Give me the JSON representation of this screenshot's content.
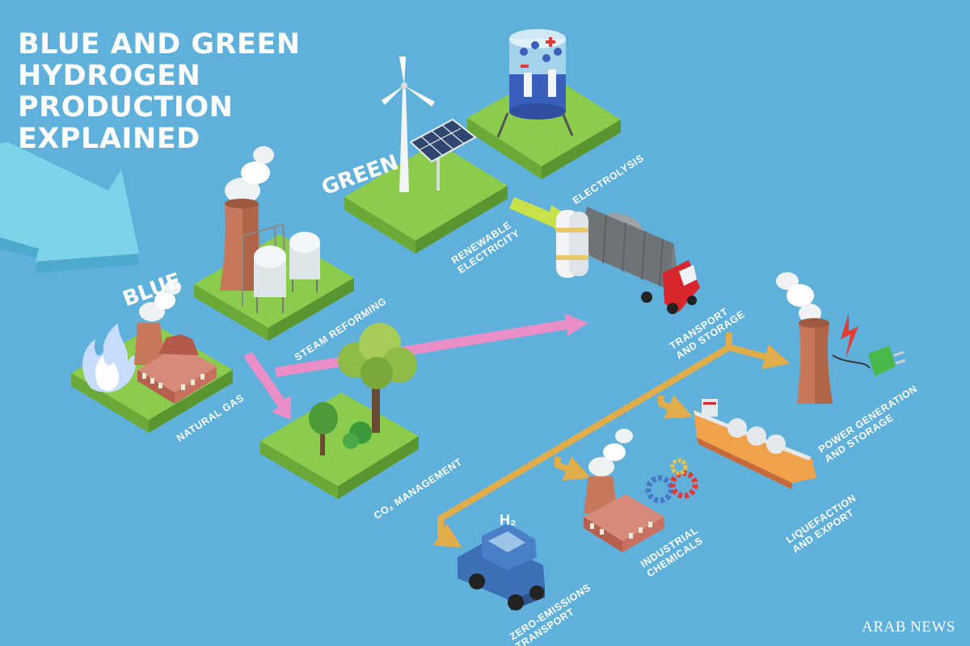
{
  "title_lines": [
    "BLUE AND GREEN",
    "HYDROGEN",
    "PRODUCTION",
    "EXPLAINED"
  ],
  "sections": {
    "blue": "BLUE",
    "green": "GREEN"
  },
  "steps": {
    "natural_gas": [
      "NATURAL GAS"
    ],
    "steam_reforming": [
      "STEAM REFORMING"
    ],
    "co2_management": [
      "CO₂ MANAGEMENT"
    ],
    "renewable_electricity": [
      "RENEWABLE",
      "ELECTRICITY"
    ],
    "electrolysis": [
      "ELECTROLYSIS"
    ],
    "transport_storage": [
      "TRANSPORT",
      "AND STORAGE"
    ],
    "power_generation": [
      "POWER GENERATION",
      "AND STORAGE"
    ],
    "liquefaction_export": [
      "LIQUEFACTION",
      "AND EXPORT"
    ],
    "industrial_chemicals": [
      "INDUSTRIAL",
      "CHEMICALS"
    ],
    "zero_emissions": [
      "ZERO-EMISSIONS",
      "TRANSPORT"
    ]
  },
  "h2_badge": "H₂",
  "brand": "ARAB NEWS",
  "colors": {
    "background": "#5fb1dc",
    "platform_top": "#8ccc4c",
    "platform_side": "#6aa838",
    "pipeline": "#e0ad4a",
    "co2_arrow": "#ea8ec8",
    "big_arrow": "#7fd3e8",
    "truck_cab": "#d7262c",
    "car": "#3d6fb4",
    "ship_hull": "#f0a24a"
  }
}
